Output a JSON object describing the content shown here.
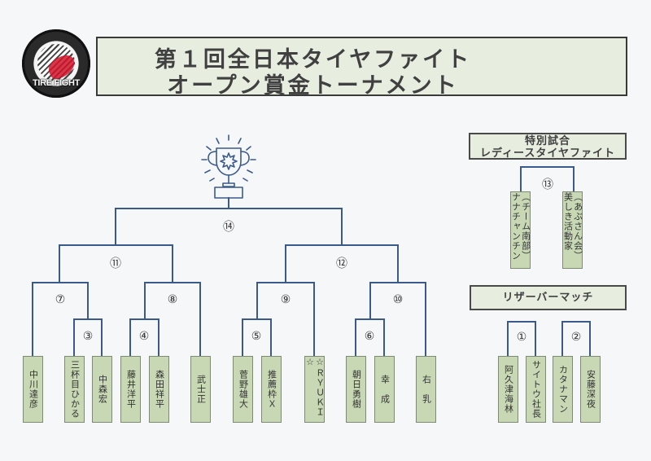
{
  "logo": {
    "text": "TIRE FIGHT"
  },
  "title": {
    "line1": "第１回全日本タイヤファイト",
    "line2": "オープン賞金トーナメント"
  },
  "colors": {
    "bracket_line": "#3b5a8c",
    "name_box_fill": "#c8d8b4",
    "header_fill": "#e7eddf"
  },
  "main_bracket": {
    "entrants": [
      "中川達彦",
      "三杯目ひかる",
      "中森宏",
      "藤井洋平",
      "森田祥平",
      "武士正",
      "菅野雄大",
      "推薦枠Ｘ",
      "☆ＲＹＵＫＩ☆",
      "朝日勇樹",
      "幸　成",
      "右　乳"
    ],
    "matches": {
      "m3": "③",
      "m4": "④",
      "m5": "⑤",
      "m6": "⑥",
      "m7": "⑦",
      "m8": "⑧",
      "m9": "⑨",
      "m10": "⑩",
      "m11": "⑪",
      "m12": "⑫",
      "m14": "⑭"
    },
    "trophy_icon": "trophy-icon"
  },
  "special_match": {
    "heading_line1": "特別試合",
    "heading_line2": "レディースタイヤファイト",
    "match_no": "⑬",
    "entrants": [
      "（チーム南部）ナナチャンチン",
      "（あぶさん会）美しき活動家"
    ]
  },
  "reserve_match": {
    "heading": "リザーバーマッチ",
    "matches": [
      {
        "no": "①",
        "entrants": [
          "阿久津海林",
          "サイトウ社長"
        ]
      },
      {
        "no": "②",
        "entrants": [
          "カタナマン",
          "安藤深夜"
        ]
      }
    ]
  }
}
